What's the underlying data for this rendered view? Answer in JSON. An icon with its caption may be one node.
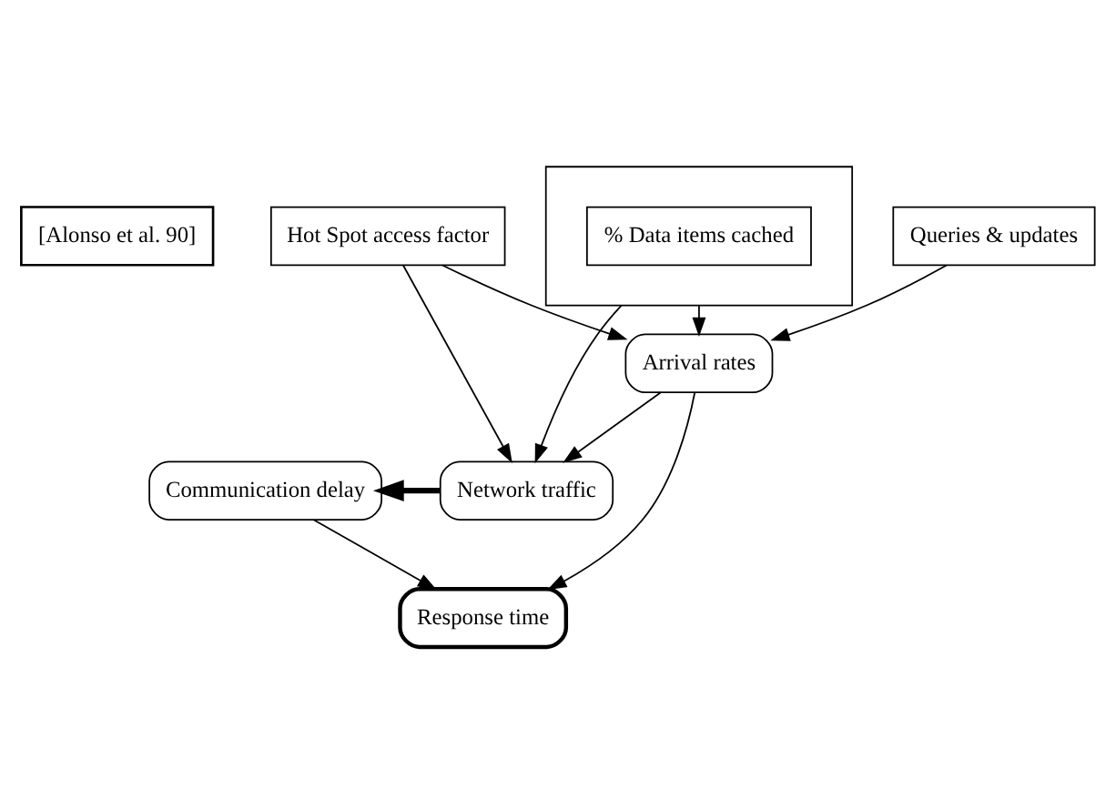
{
  "diagram": {
    "nodes": [
      {
        "text": [
          "[Alonso et al. 90]"
        ]
      },
      {
        "text": [
          "Queries & updates"
        ]
      },
      {
        "text": [
          "Hot Spot access factor"
        ]
      },
      {
        "text": [
          "Arrival rates"
        ]
      },
      {
        "text": [],
        "shape": "box"
      },
      {
        "text": [
          "% Data items cached"
        ],
        "in": 4
      },
      {
        "text": [
          "Response time"
        ]
      },
      {
        "text": [
          "Network traffic"
        ]
      },
      {
        "text": [
          "Communication delay"
        ]
      }
    ],
    "edges": [
      {
        "from": 1,
        "to": 3,
        "arrow": "to"
      },
      {
        "from": 2,
        "to": 3,
        "arrow": "to"
      },
      {
        "from": 4,
        "to": 3,
        "arrow": "to"
      },
      {
        "from": 4,
        "to": 7,
        "arrow": "to"
      },
      {
        "from": 2,
        "to": 7,
        "arrow": "to"
      },
      {
        "from": 3,
        "to": 7,
        "arrow": "to"
      },
      {
        "from": 3,
        "to": 6,
        "arrow": "to"
      },
      {
        "from": 7,
        "to": 8,
        "arrow": "to",
        "style": "thick"
      },
      {
        "from": 8,
        "to": 6,
        "arrow": "to"
      }
    ]
  }
}
